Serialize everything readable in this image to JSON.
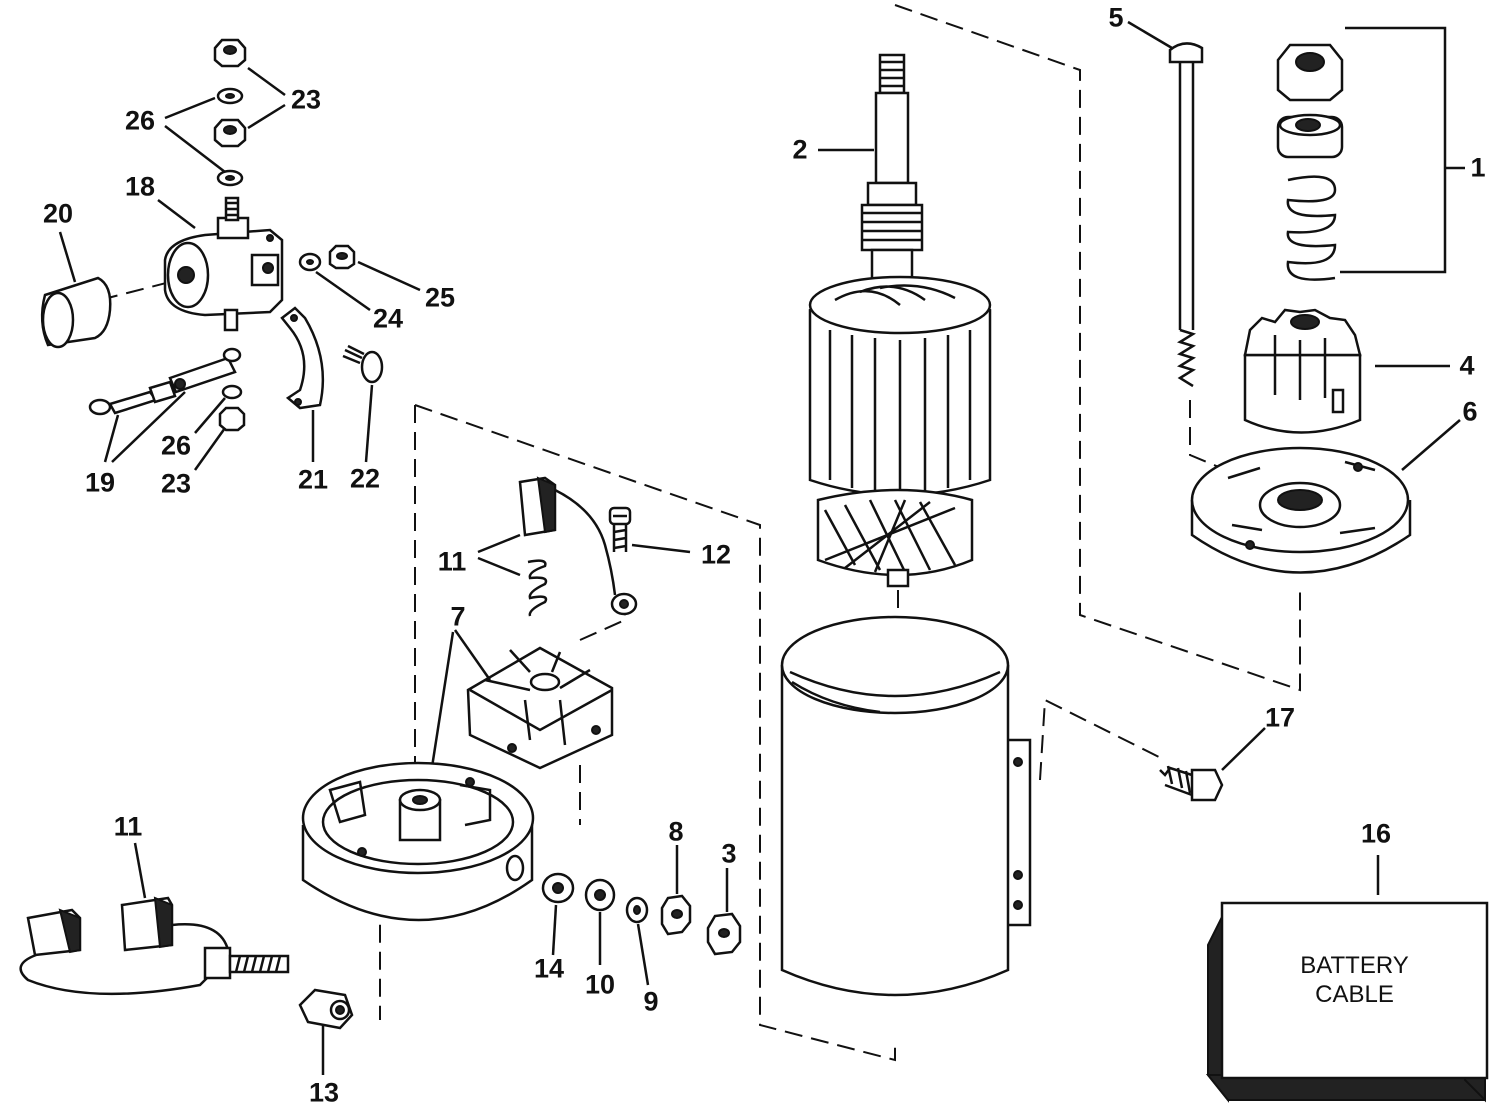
{
  "diagram": {
    "callouts": [
      "1",
      "2",
      "3",
      "4",
      "5",
      "6",
      "7",
      "8",
      "9",
      "10",
      "11",
      "11",
      "12",
      "13",
      "14",
      "16",
      "17",
      "18",
      "19",
      "20",
      "21",
      "22",
      "23",
      "23",
      "24",
      "25",
      "26",
      "26"
    ],
    "battery_label_line1": "BATTERY",
    "battery_label_line2": "CABLE"
  }
}
